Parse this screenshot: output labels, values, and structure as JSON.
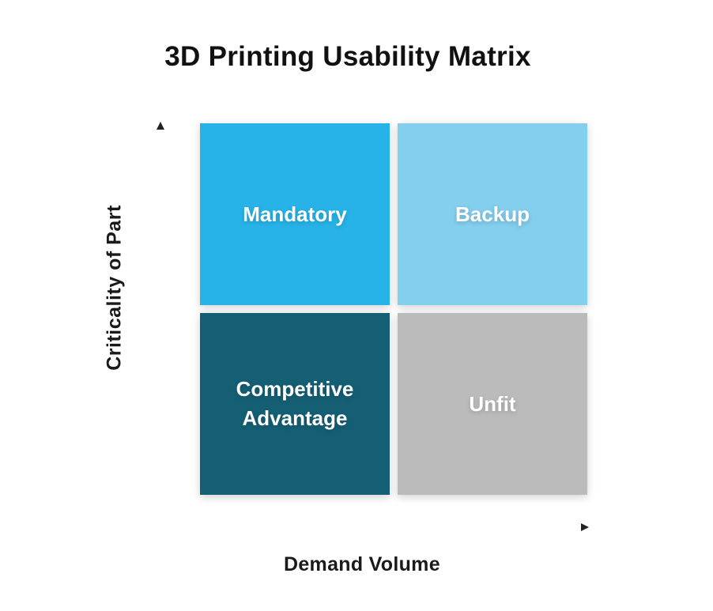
{
  "title": "3D Printing Usability Matrix",
  "axes": {
    "y_label": "Criticality of Part",
    "x_label": "Demand Volume"
  },
  "quadrants": {
    "top_left": {
      "label": "Mandatory",
      "color": "#27b3e8"
    },
    "top_right": {
      "label": "Backup",
      "color": "#84ceee"
    },
    "bottom_left": {
      "label": "Competitive\nAdvantage",
      "color": "#155f74"
    },
    "bottom_right": {
      "label": "Unfit",
      "color": "#bbbbbb"
    }
  },
  "colors": {
    "axis": "#222222",
    "text": "#111111"
  }
}
